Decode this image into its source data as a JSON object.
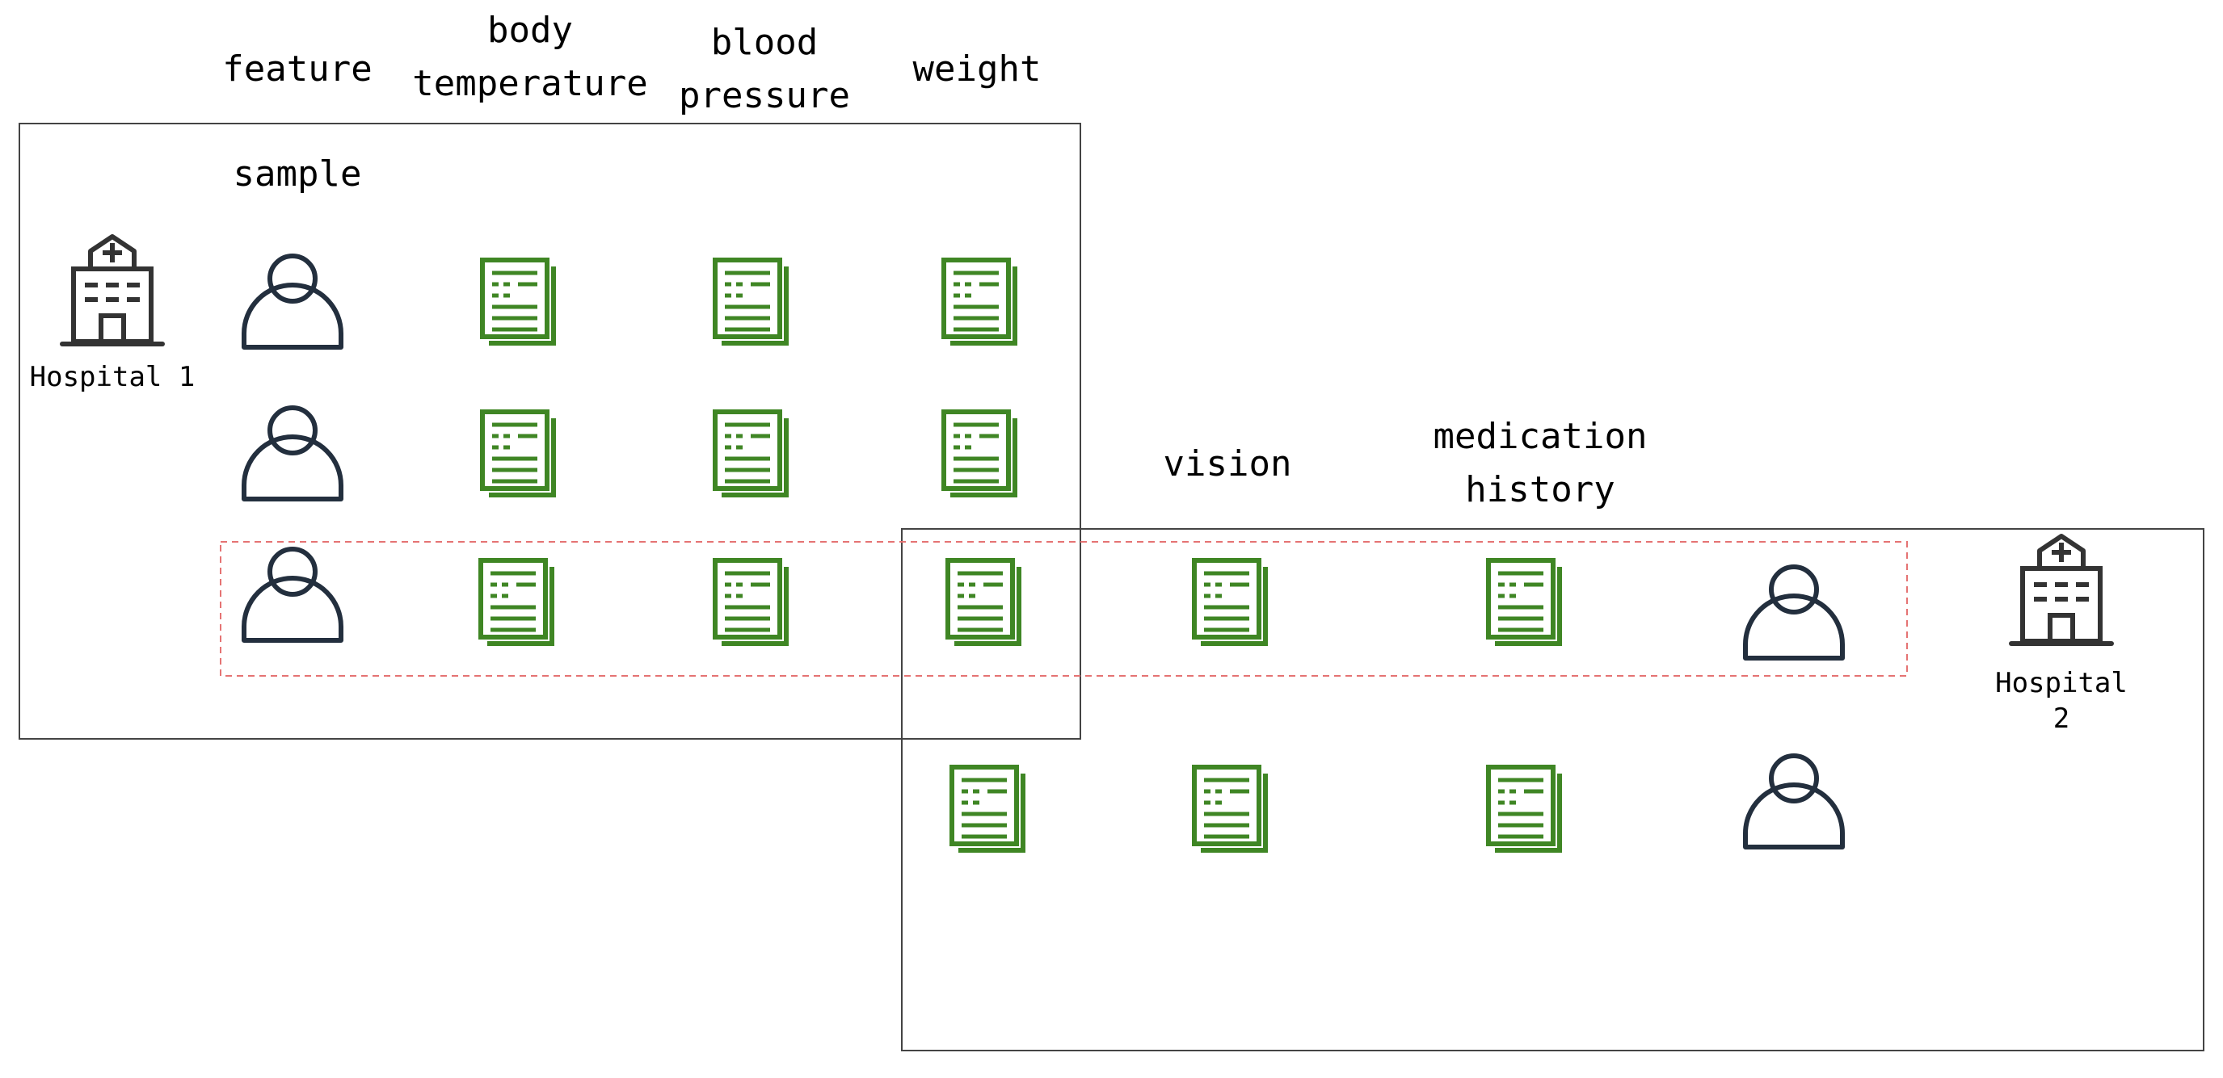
{
  "labels": {
    "feature": "feature",
    "sample": "sample",
    "body_temperature": "body\ntemperature",
    "blood_pressure": "blood\npressure",
    "weight": "weight",
    "vision": "vision",
    "medication_history": "medication\nhistory",
    "hospital_1": "Hospital 1",
    "hospital_2": "Hospital 2"
  },
  "icons": {
    "hospital": "hospital-icon",
    "person": "person-icon",
    "document": "document-icon"
  },
  "colors": {
    "person_stroke": "#232f3e",
    "document_stroke": "#3f8624",
    "hospital_stroke": "#333333",
    "box_border": "#444444",
    "overlap_highlight": "#e57373"
  }
}
